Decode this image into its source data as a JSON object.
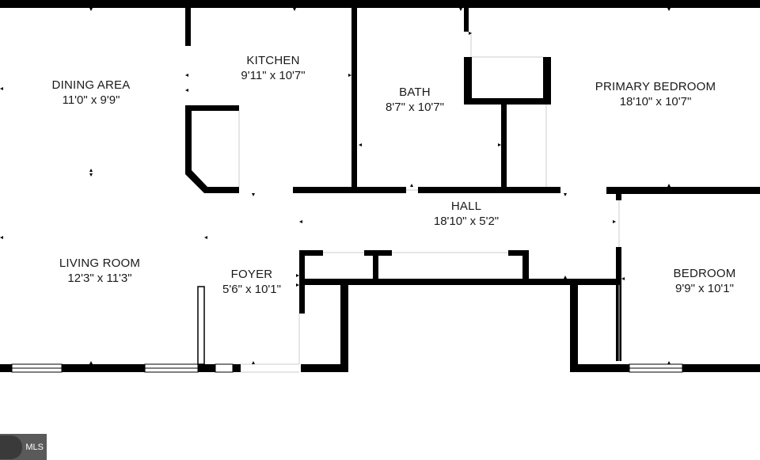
{
  "plan": {
    "rooms": [
      {
        "key": "dining",
        "name": "DINING AREA",
        "dims": "11'0\" x 9'9\""
      },
      {
        "key": "kitchen",
        "name": "KITCHEN",
        "dims": "9'11\" x 10'7\""
      },
      {
        "key": "bath",
        "name": "BATH",
        "dims": "8'7\" x 10'7\""
      },
      {
        "key": "primary",
        "name": "PRIMARY BEDROOM",
        "dims": "18'10\" x 10'7\""
      },
      {
        "key": "hall",
        "name": "HALL",
        "dims": "18'10\" x 5'2\""
      },
      {
        "key": "living",
        "name": "LIVING ROOM",
        "dims": "12'3\" x 11'3\""
      },
      {
        "key": "foyer",
        "name": "FOYER",
        "dims": "5'6\" x 10'1\""
      },
      {
        "key": "bedroom",
        "name": "BEDROOM",
        "dims": "9'9\" x 10'1\""
      }
    ],
    "wall_color": "#000000",
    "background_color": "#ffffff"
  },
  "badge": {
    "text": "MLS",
    "color": "#5a5a5a"
  }
}
